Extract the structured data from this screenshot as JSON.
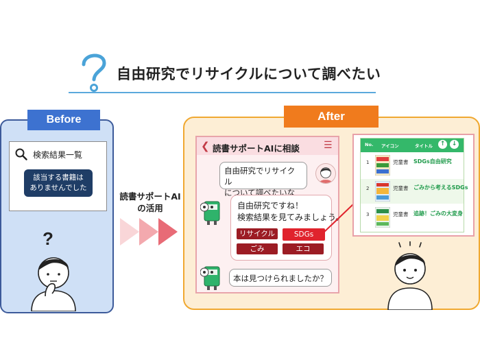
{
  "header": {
    "title": "自由研究でリサイクルについて調べたい"
  },
  "before": {
    "tag": "Before",
    "search_title": "検索結果一覧",
    "no_results_line1": "該当する書籍は",
    "no_results_line2": "ありませんでした",
    "question_mark": "?"
  },
  "middle": {
    "line1": "読書サポートAI",
    "line2": "の活用"
  },
  "after": {
    "tag": "After",
    "chat": {
      "title": "読書サポートAIに相談",
      "user_line1": "自由研究でリサイクル",
      "user_line2": "について調べたいな",
      "ai_line1": "自由研究ですね！",
      "ai_line2": "検索結果を見てみましょう。",
      "buttons": [
        "リサイクル",
        "SDGs",
        "ごみ",
        "エコ"
      ],
      "ai_followup": "本は見つけられましたか？"
    },
    "results": {
      "col_no": "No.",
      "col_icon": "アイコン",
      "col_title": "タイトル",
      "rows": [
        {
          "no": "1",
          "type": "児童書",
          "title": "SDGs自由研究"
        },
        {
          "no": "2",
          "type": "児童書",
          "title": "ごみから考えるSDGs"
        },
        {
          "no": "3",
          "type": "児童書",
          "title": "追跡！ごみの大変身"
        }
      ]
    }
  },
  "colors": {
    "before_accent": "#3d72d0",
    "after_accent": "#f07b1d",
    "chat_red": "#9c1c24",
    "highlight_red": "#e0232d",
    "results_green": "#34b86a"
  }
}
